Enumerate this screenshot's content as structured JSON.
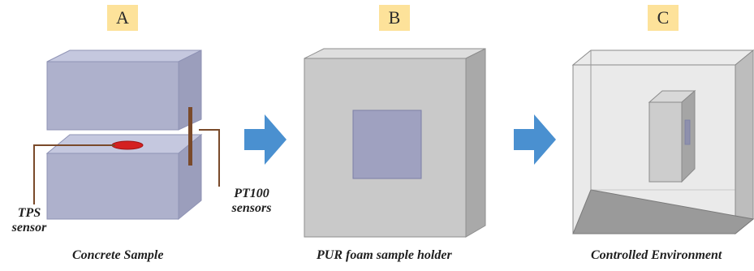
{
  "panels": [
    {
      "label": "A",
      "caption": "Concrete Sample"
    },
    {
      "label": "B",
      "caption": "PUR foam sample holder"
    },
    {
      "label": "C",
      "caption": "Controlled Environment"
    }
  ],
  "annotations": {
    "tps": [
      "TPS",
      "sensor"
    ],
    "pt100": [
      "PT100",
      "sensors"
    ]
  },
  "colors": {
    "label_bg": "#fde29a",
    "concrete_top": "#c5c8df",
    "concrete_front": "#aeb1cc",
    "concrete_side": "#9b9ebc",
    "tps_disc": "#d42020",
    "probe": "#7a4a2a",
    "arrow": "#4a90d0",
    "foam_front": "#c9c9c9",
    "foam_side": "#a9a9a9",
    "foam_window": "#9fa1c0",
    "chamber_floor": "#9a9a9a"
  },
  "icons": [
    "right-arrow-icon",
    "right-arrow-icon"
  ]
}
